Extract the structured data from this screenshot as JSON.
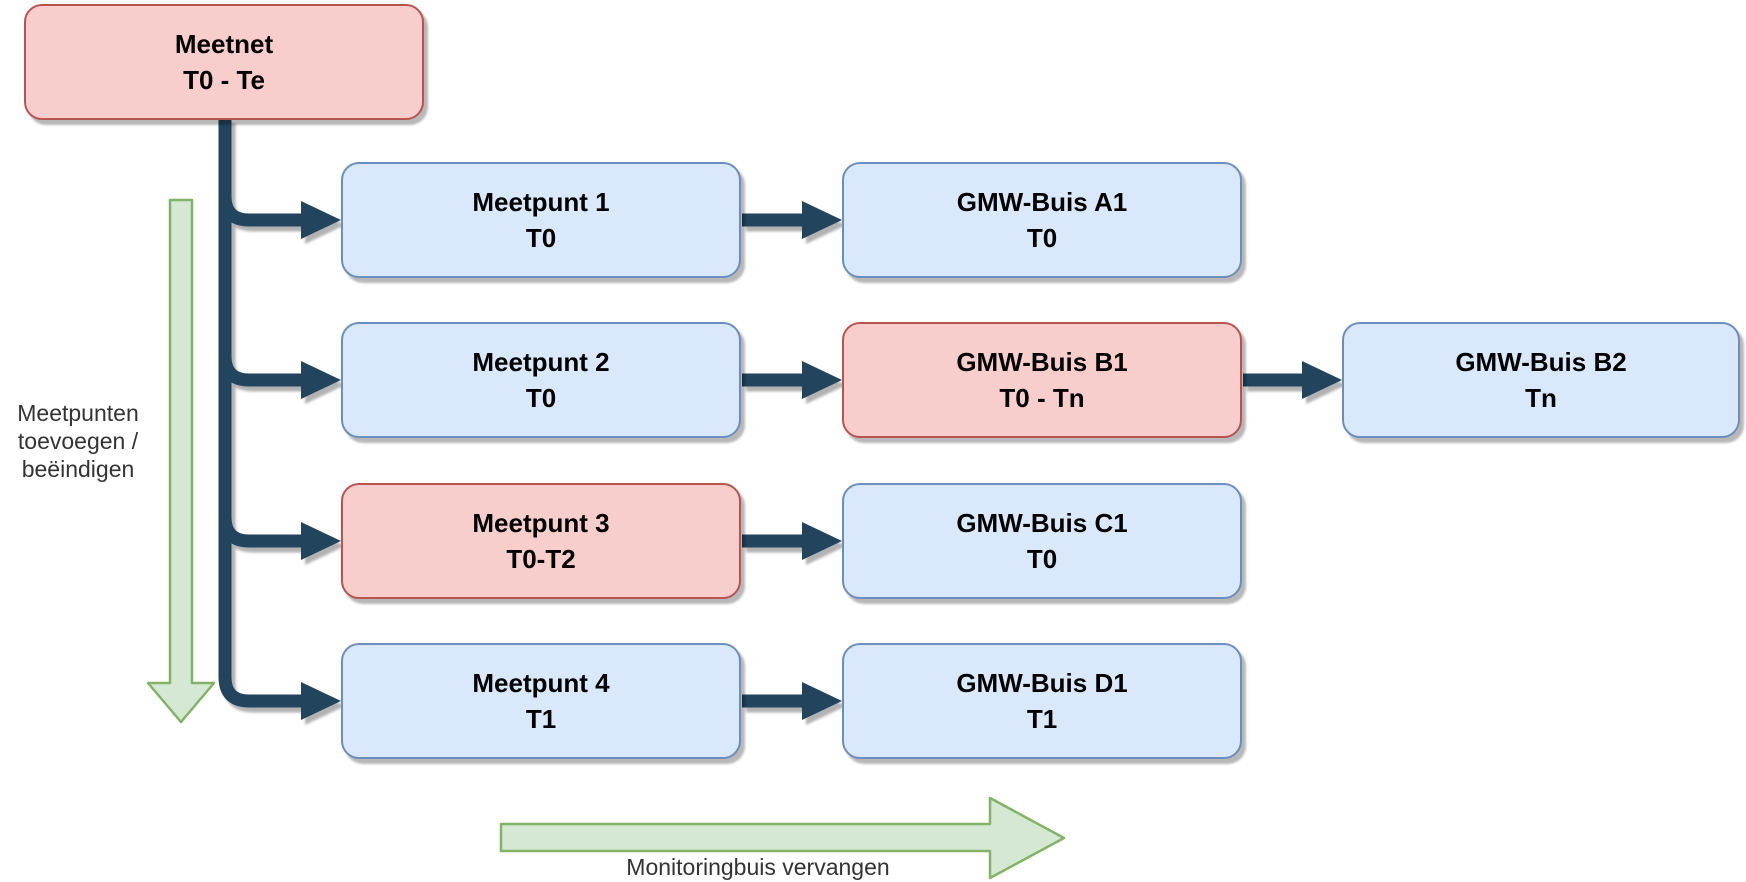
{
  "colors": {
    "node_blue_fill": "#dae8fc",
    "node_blue_border": "#6c8ebf",
    "node_red_fill": "#f8cecc",
    "node_red_border": "#b85450",
    "arrow_green_fill": "#d5e8d4",
    "arrow_green_border": "#82b366",
    "connector": "#23445d",
    "label_text": "#333333"
  },
  "nodes": [
    {
      "id": "meetnet",
      "name": "Meetnet",
      "period": "T0 - Te",
      "variant": "red"
    },
    {
      "id": "meetpunt-1",
      "name": "Meetpunt 1",
      "period": "T0",
      "variant": "blue"
    },
    {
      "id": "gmw-buis-a1",
      "name": "GMW-Buis A1",
      "period": "T0",
      "variant": "blue"
    },
    {
      "id": "meetpunt-2",
      "name": "Meetpunt 2",
      "period": "T0",
      "variant": "blue"
    },
    {
      "id": "gmw-buis-b1",
      "name": "GMW-Buis B1",
      "period": "T0 - Tn",
      "variant": "red"
    },
    {
      "id": "gmw-buis-b2",
      "name": "GMW-Buis B2",
      "period": "Tn",
      "variant": "blue"
    },
    {
      "id": "meetpunt-3",
      "name": "Meetpunt 3",
      "period": "T0-T2",
      "variant": "red"
    },
    {
      "id": "gmw-buis-c1",
      "name": "GMW-Buis C1",
      "period": "T0",
      "variant": "blue"
    },
    {
      "id": "meetpunt-4",
      "name": "Meetpunt 4",
      "period": "T1",
      "variant": "blue"
    },
    {
      "id": "gmw-buis-d1",
      "name": "GMW-Buis D1",
      "period": "T1",
      "variant": "blue"
    }
  ],
  "annotations": {
    "left_arrow": {
      "line1": "Meetpunten",
      "line2": "toevoegen /",
      "line3": "beëindigen"
    },
    "bottom_arrow": {
      "label": "Monitoringbuis vervangen"
    }
  }
}
